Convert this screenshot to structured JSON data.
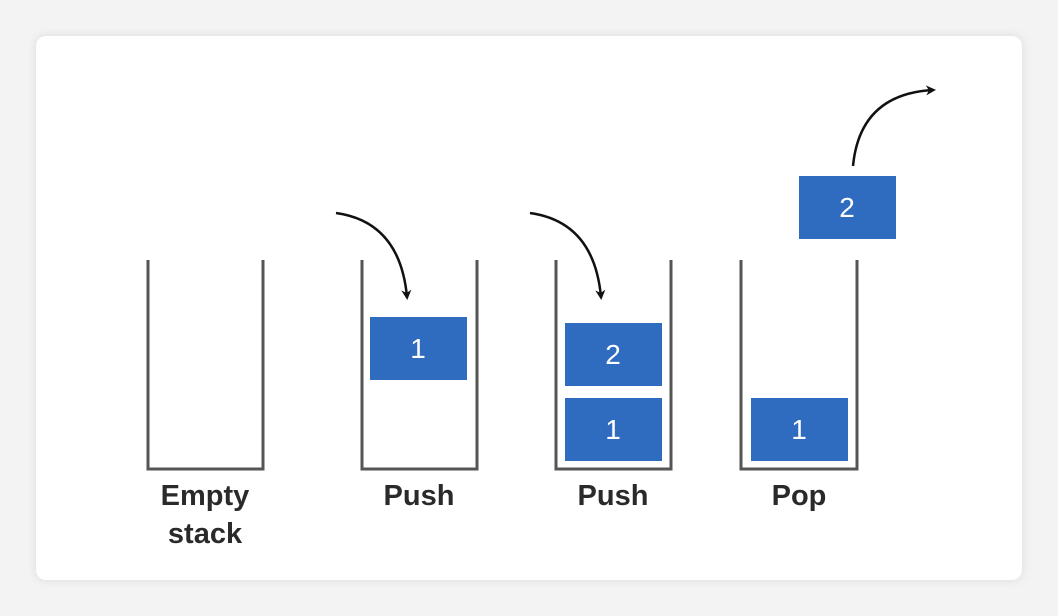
{
  "colors": {
    "block": "#2f6bbf",
    "container": "#555555",
    "arrow": "#111111",
    "label": "#2a2a2a"
  },
  "stages": [
    {
      "label_lines": [
        "Empty",
        "stack"
      ],
      "blocks": []
    },
    {
      "label_lines": [
        "Push"
      ],
      "blocks": [
        "1"
      ]
    },
    {
      "label_lines": [
        "Push"
      ],
      "blocks": [
        "1",
        "2"
      ]
    },
    {
      "label_lines": [
        "Pop"
      ],
      "blocks": [
        "1"
      ],
      "popped": "2"
    }
  ]
}
